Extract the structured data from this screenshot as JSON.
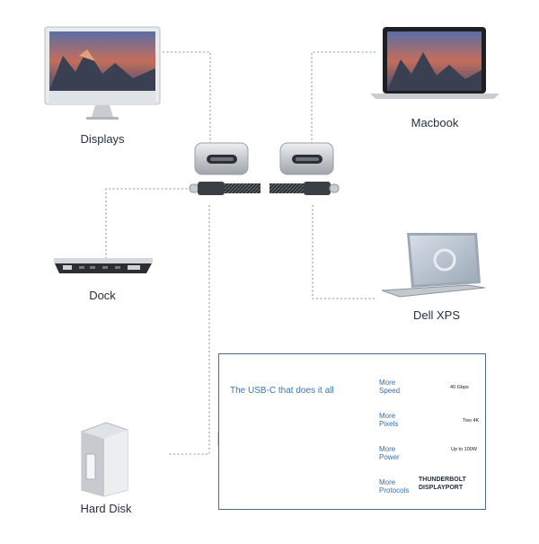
{
  "devices": {
    "displays": "Displays",
    "macbook": "Macbook",
    "dock": "Dock",
    "dell_xps": "Dell XPS",
    "hard_disk": "Hard Disk"
  },
  "panel": {
    "heading": "The USB-C that does it all",
    "features": [
      {
        "label_line1": "More",
        "label_line2": "Speed",
        "spec": "40 Gbps",
        "icon": "speedometer-icon"
      },
      {
        "label_line1": "More",
        "label_line2": "Pixels",
        "spec": "Two 4K",
        "icon": "monitors-icon"
      },
      {
        "label_line1": "More",
        "label_line2": "Power",
        "spec": "Up to 100W",
        "icon": "battery-icon"
      },
      {
        "label_line1": "More",
        "label_line2": "Protocols",
        "spec_line1": "THUNDERBOLT",
        "spec_line2": "DISPLAYPORT",
        "icon": "protocols-text"
      }
    ]
  },
  "colors": {
    "dotted_line": "#8a96a3",
    "panel_border": "#4f6b86",
    "accent_blue": "#3b76b0",
    "cable_braid": "#2f3338",
    "connector_metal": "#c8ccd1"
  }
}
